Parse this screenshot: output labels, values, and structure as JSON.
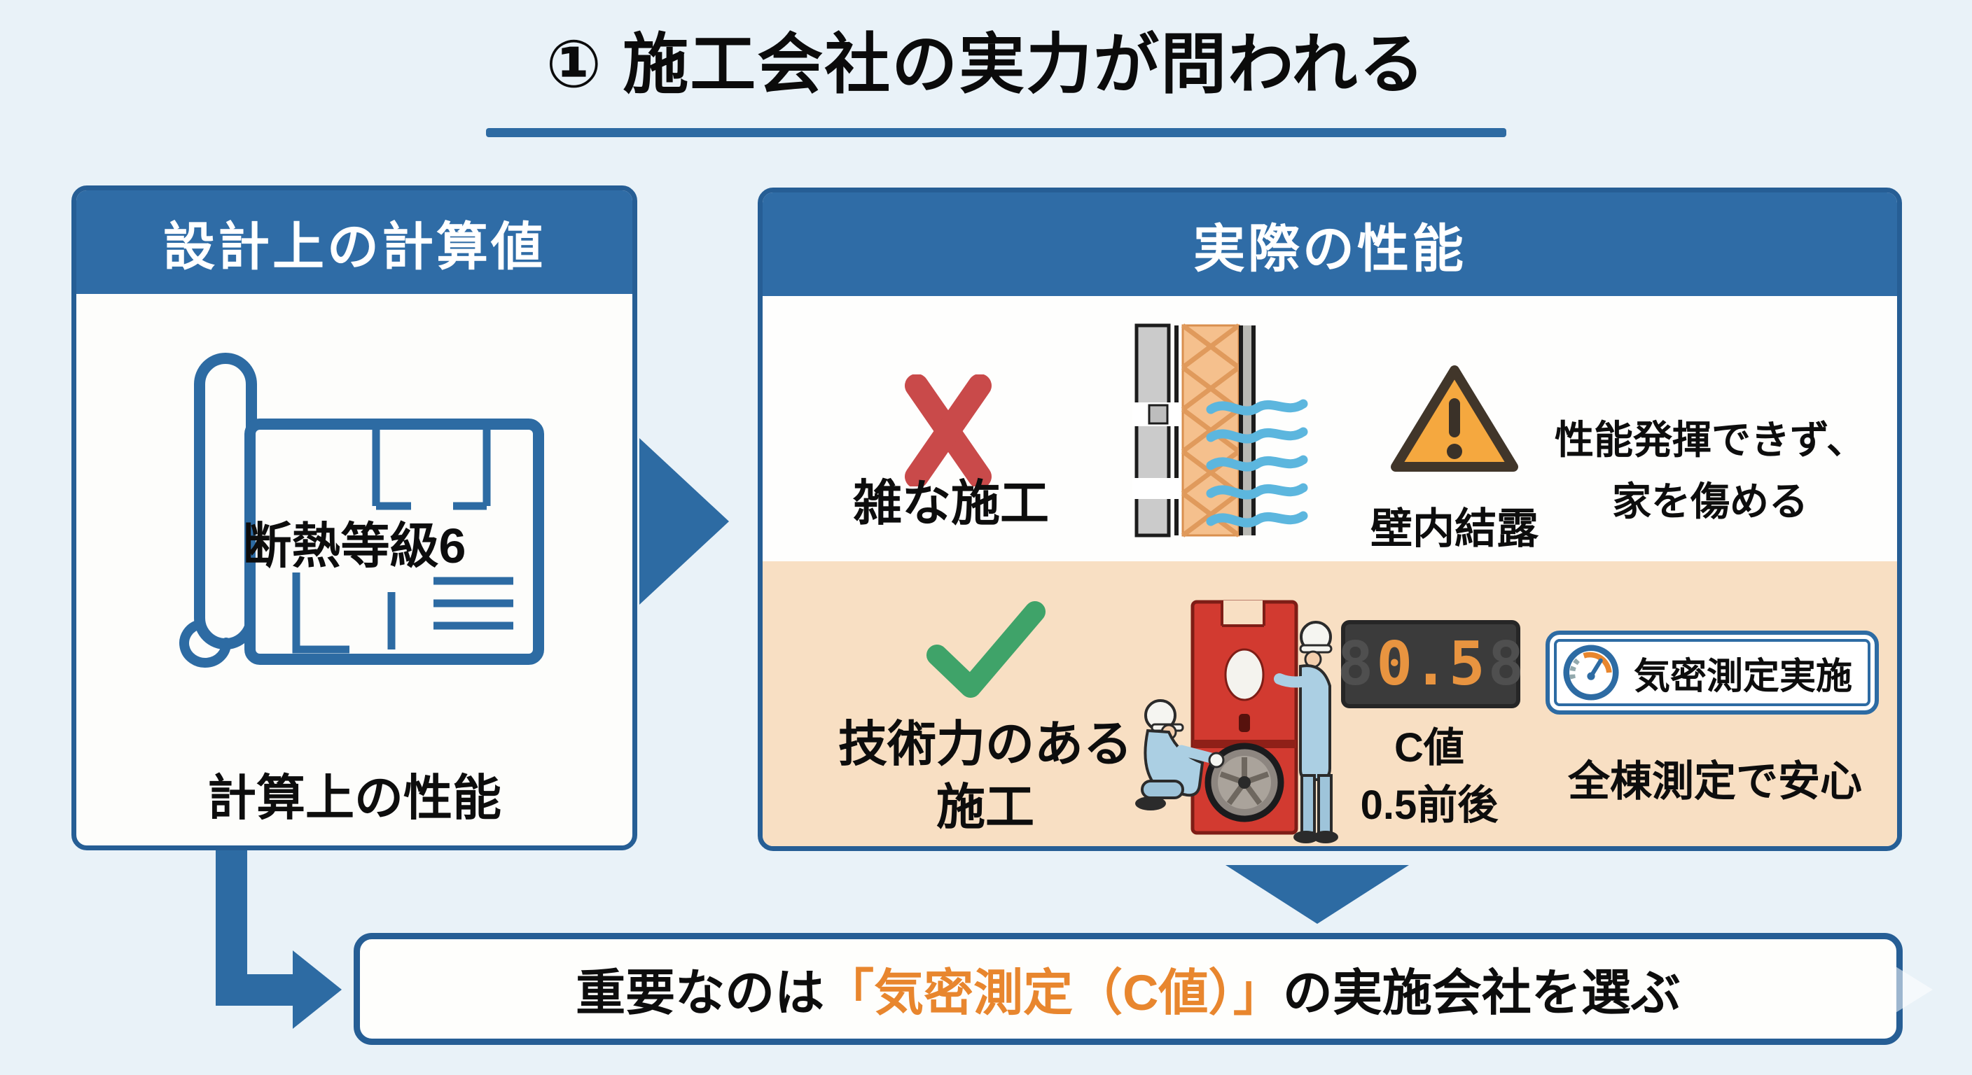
{
  "title": "① 施工会社の実力が問われる",
  "left_panel": {
    "header": "設計上の計算値",
    "blueprint_label": "断熱等級6",
    "caption": "計算上の性能"
  },
  "right_panel": {
    "header": "実際の性能",
    "bad_row": {
      "label": "雑な施工",
      "condensation_label": "壁内結露",
      "result_line1": "性能発揮できず、",
      "result_line2": "家を傷める"
    },
    "good_row": {
      "label_line1": "技術力のある",
      "label_line2": "施工",
      "meter": {
        "ghost_left": "8",
        "value": "0.5",
        "ghost_right": "8"
      },
      "cvalue_label": "C値",
      "cvalue_range": "0.5前後",
      "badge_label": "気密測定実施",
      "assurance": "全棟測定で安心"
    }
  },
  "conclusion": {
    "prefix": "重要なのは",
    "highlight": "「気密測定（C値）」",
    "suffix": "の実施会社を選ぶ"
  },
  "icons": {
    "x_mark": "✕",
    "check_mark": "✓",
    "warning_triangle": "⚠",
    "gauge_dial": "◔",
    "blueprint": "🗺",
    "right_arrow": "▶",
    "down_arrow": "▼",
    "elbow_arrow": "↳"
  },
  "colors": {
    "background": "#e9f2f8",
    "primary_blue": "#2d6ba3",
    "border_blue": "#265e95",
    "header_blue": "#2f6ca6",
    "peach": "#f8dfc3",
    "highlight_orange": "#e8862e",
    "x_red": "#c94a4a",
    "check_green": "#3fa369",
    "warning_orange": "#f5a83f",
    "insulation_orange": "#f5c08d",
    "airflow_blue": "#5cb6de",
    "meter_digit_orange": "#e89440",
    "meter_background": "#3b3b3b"
  }
}
